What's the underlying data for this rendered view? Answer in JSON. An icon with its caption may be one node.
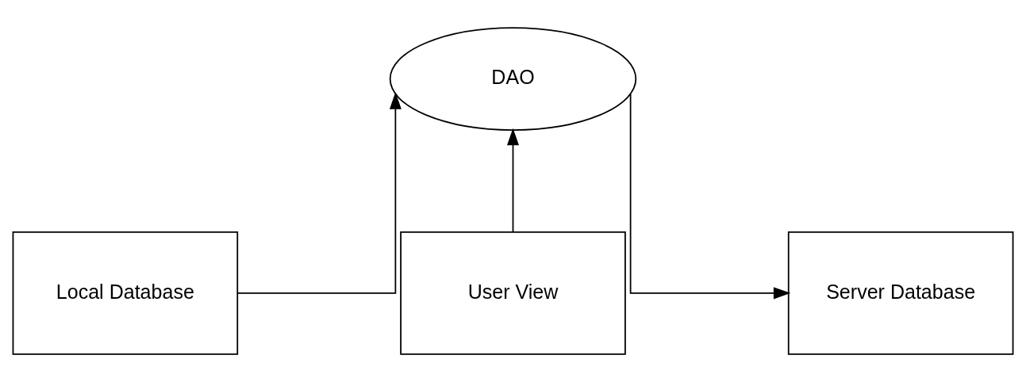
{
  "diagram": {
    "nodes": [
      {
        "text": [
          "DAO"
        ]
      },
      {
        "text": [
          "Local Database"
        ]
      },
      {
        "text": [
          "User View"
        ]
      },
      {
        "text": [
          "Server Database"
        ]
      }
    ],
    "edges": [
      {
        "from": 1,
        "to": 0,
        "arrow": "to"
      },
      {
        "from": 2,
        "to": 0,
        "arrow": "to"
      },
      {
        "from": 0,
        "to": 3,
        "arrow": "to"
      }
    ]
  }
}
